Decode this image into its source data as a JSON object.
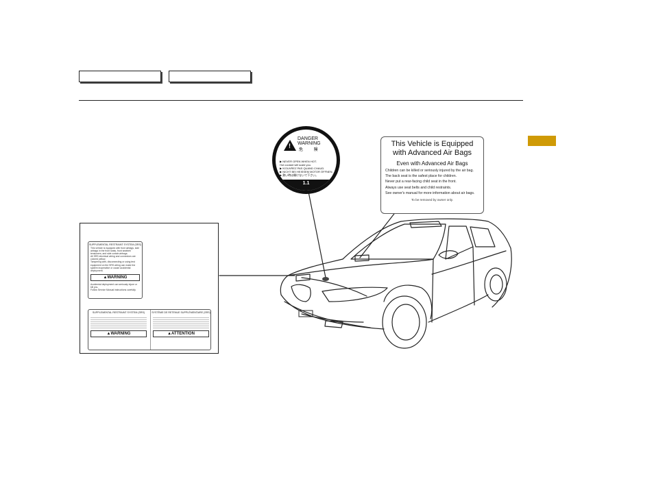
{
  "nav": {
    "button1": "",
    "button2": ""
  },
  "colors": {
    "tab": "#cf9a06",
    "rule": "#222222"
  },
  "hood_disc": {
    "line1": "DANGER",
    "line2": "WARNING",
    "cjk": "危 険",
    "lines": "▶ NEVER OPEN WHEN HOT.\n  Hot coolant will scald you.\n▶ N'OUVREZ PAS QUAND CHAUD.\n▶ NICHT BEI HEISSEM MOTOR ÖFFNEN.\n▶ 熱い時は開けないで下さい。",
    "code": "1.1"
  },
  "airbag_label": {
    "title": "This Vehicle is Equipped with Advanced Air Bags",
    "subtitle": "Even with Advanced Air Bags",
    "body": "Children can be killed or seriously injured by the air bag.\nThe back seat is the safest place for children.\nNever put a rear-facing child seat in the front.\nAlways use seat belts and child restraints.\nSee owner's manual for more information about air bags.",
    "footer": "To be removed by owner only."
  },
  "srs_sticker_small": {
    "title": "SUPPLEMENTAL RESTRAINT SYSTEM (SRS)",
    "body": "This vehicle is equipped with front airbags, side airbags in the front seats, front seatbelt tensioners, and side curtain airbags.\nAll SRS electrical wiring and connectors are colored yellow.\nTampering with, disconnecting or using test equipment on the SRS wiring can make the system inoperative or cause accidental deployment.",
    "warning": "▲WARNING",
    "warning_body": "Accidental deployment can seriously injure or kill you.\nFollow Service Manual instructions carefully."
  },
  "srs_sticker_wide": {
    "title_en": "SUPPLEMENTAL RESTRAINT SYSTEM (SRS)",
    "title_fr": "SYSTÈME DE RETENUE SUPPLÉMENTAIRE (SRS)",
    "warning": "▲WARNING",
    "attention": "▲ATTENTION"
  }
}
